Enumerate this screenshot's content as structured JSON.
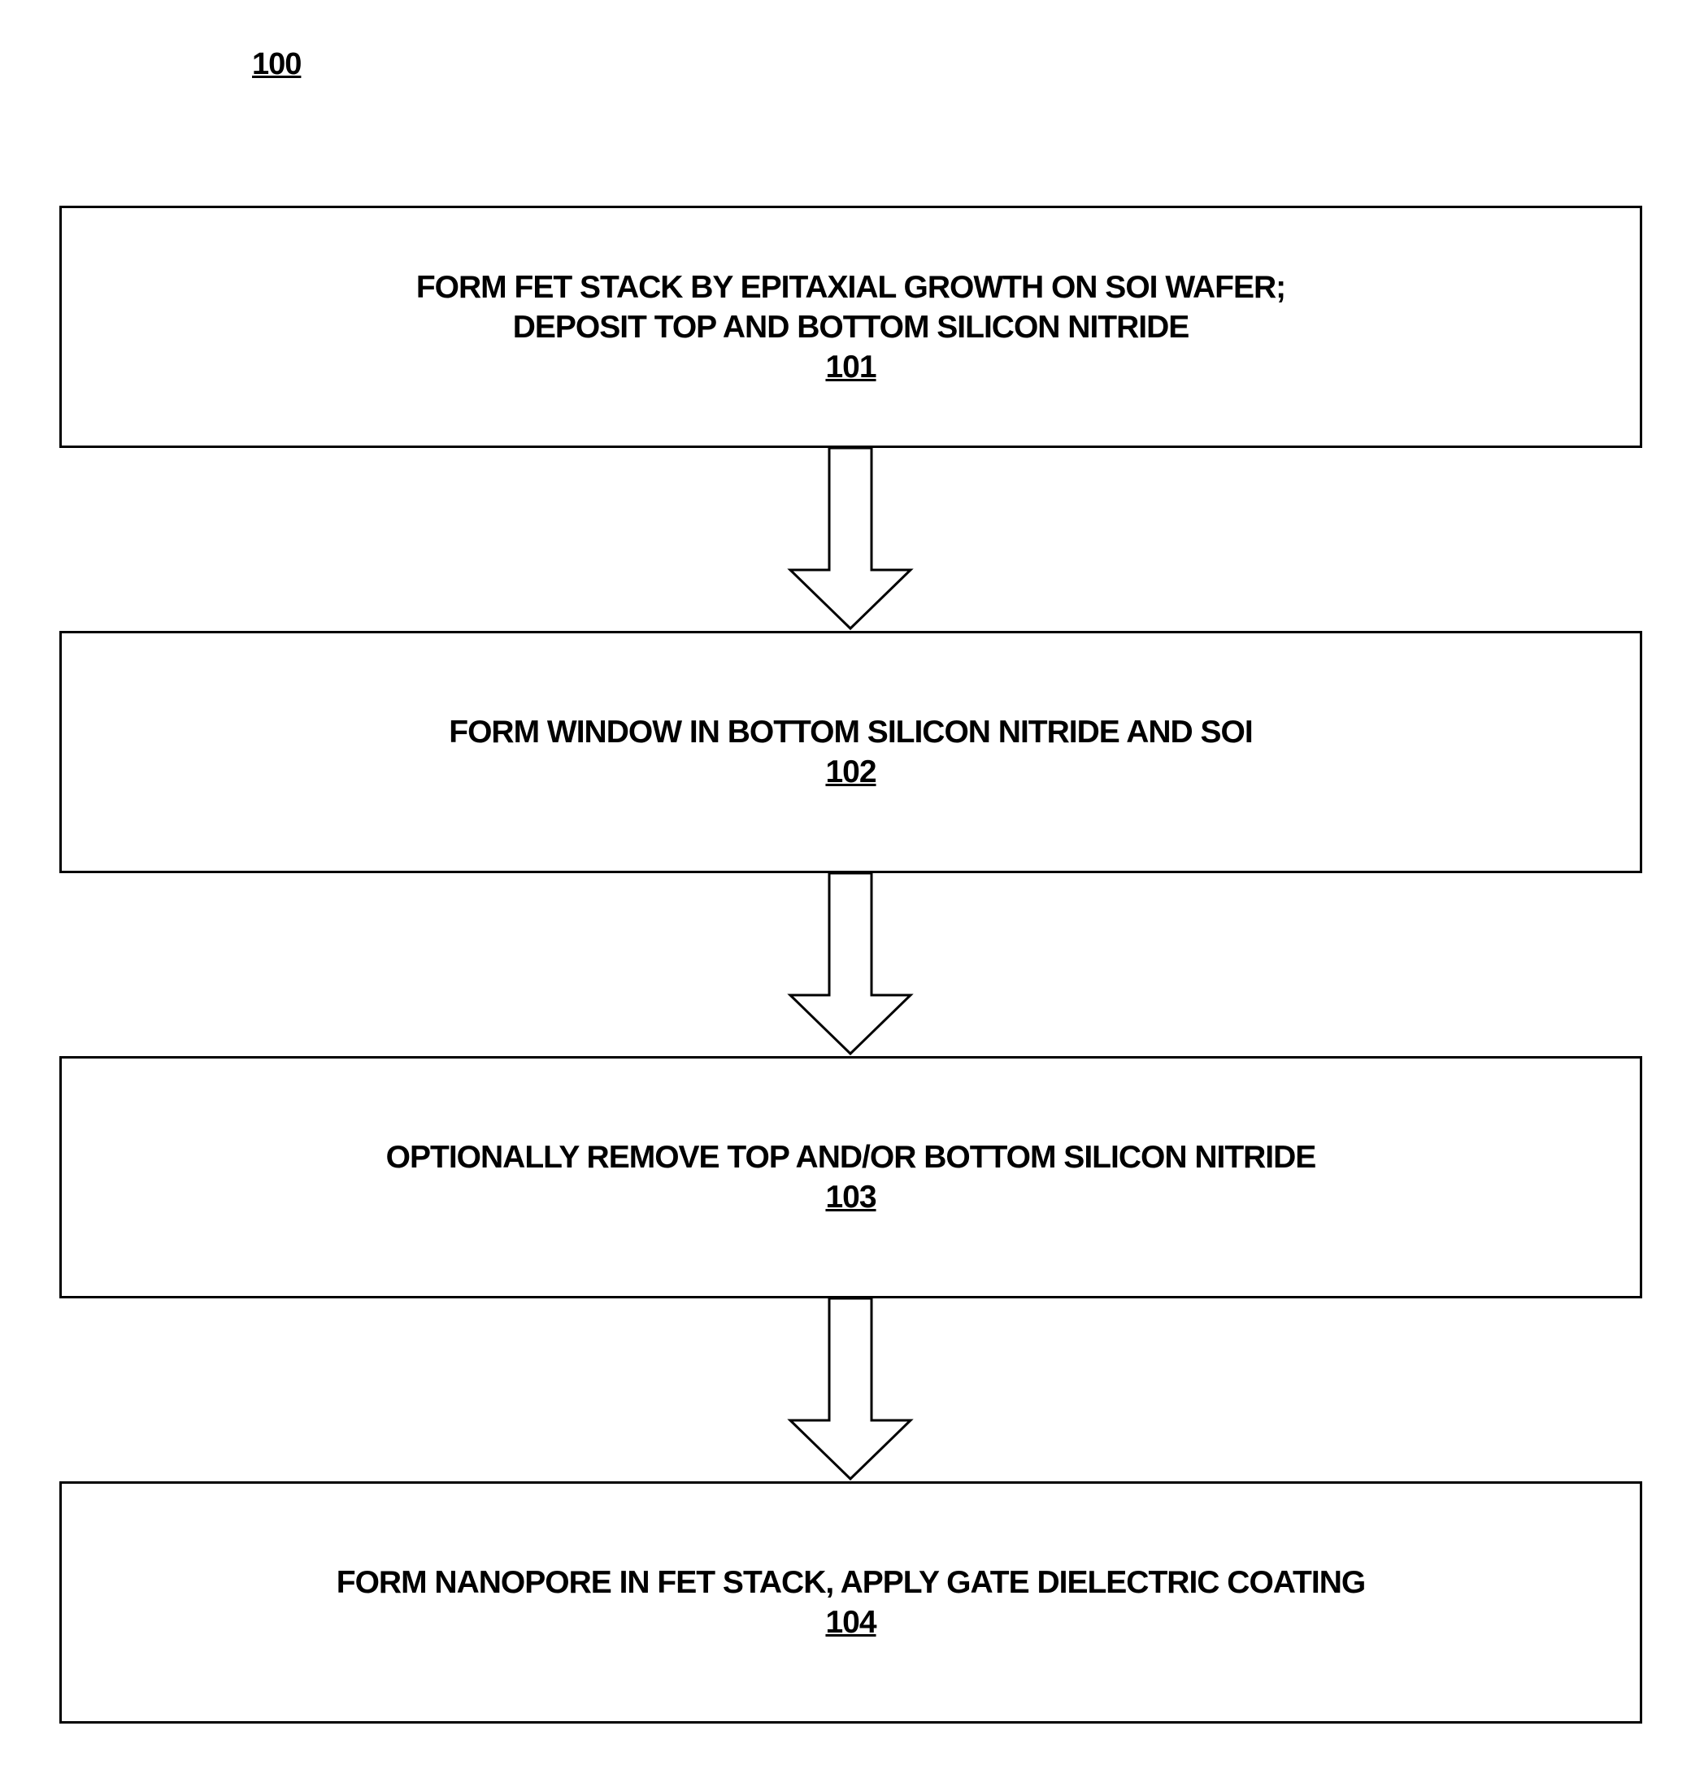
{
  "figure_ref": "100",
  "steps": [
    {
      "lines": [
        "FORM FET STACK BY EPITAXIAL GROWTH ON SOI WAFER;",
        "DEPOSIT TOP AND BOTTOM SILICON NITRIDE"
      ],
      "ref": "101"
    },
    {
      "lines": [
        "FORM WINDOW IN BOTTOM SILICON NITRIDE AND SOI"
      ],
      "ref": "102"
    },
    {
      "lines": [
        "OPTIONALLY REMOVE TOP AND/OR BOTTOM SILICON NITRIDE"
      ],
      "ref": "103"
    },
    {
      "lines": [
        "FORM NANOPORE IN FET STACK, APPLY GATE DIELECTRIC COATING"
      ],
      "ref": "104"
    }
  ]
}
